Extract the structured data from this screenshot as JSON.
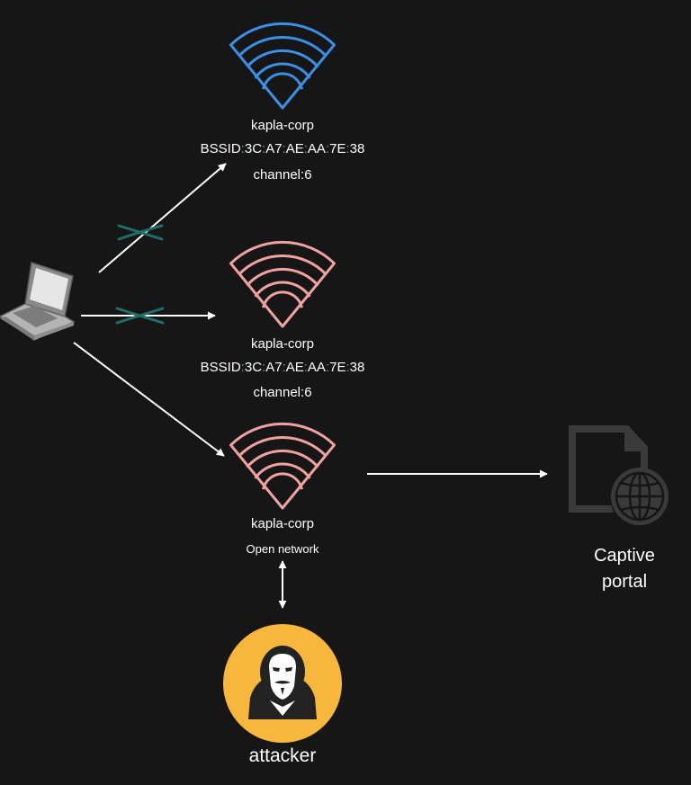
{
  "colors": {
    "background": "#161616",
    "wifi_legit": "#3d8fe6",
    "wifi_rogue": "#f0a2a0",
    "arrow": "#ffffff",
    "blocked_cross": "#1f6e6a",
    "attacker_circle": "#f6b73c",
    "portal_icon": "#3a3a3a"
  },
  "icons": {
    "client": "laptop-icon",
    "access_points": "wifi-icon",
    "portal": "document-globe-icon",
    "attacker": "hacker-mask-icon"
  },
  "ap_legit": {
    "ssid": "kapla-corp",
    "bssid_label": "BSSID",
    "bssid": [
      "3C",
      "A7",
      "AE",
      "AA",
      "7E",
      "38"
    ],
    "channel_label": "channel",
    "channel": "6"
  },
  "ap_clone": {
    "ssid": "kapla-corp",
    "bssid_label": "BSSID",
    "bssid": [
      "3C",
      "A7",
      "AE",
      "AA",
      "7E",
      "38"
    ],
    "channel_label": "channel",
    "channel": "6"
  },
  "ap_open": {
    "ssid": "kapla-corp",
    "note": "Open network"
  },
  "portal": {
    "label_line1": "Captive",
    "label_line2": "portal"
  },
  "attacker": {
    "label": "attacker"
  }
}
